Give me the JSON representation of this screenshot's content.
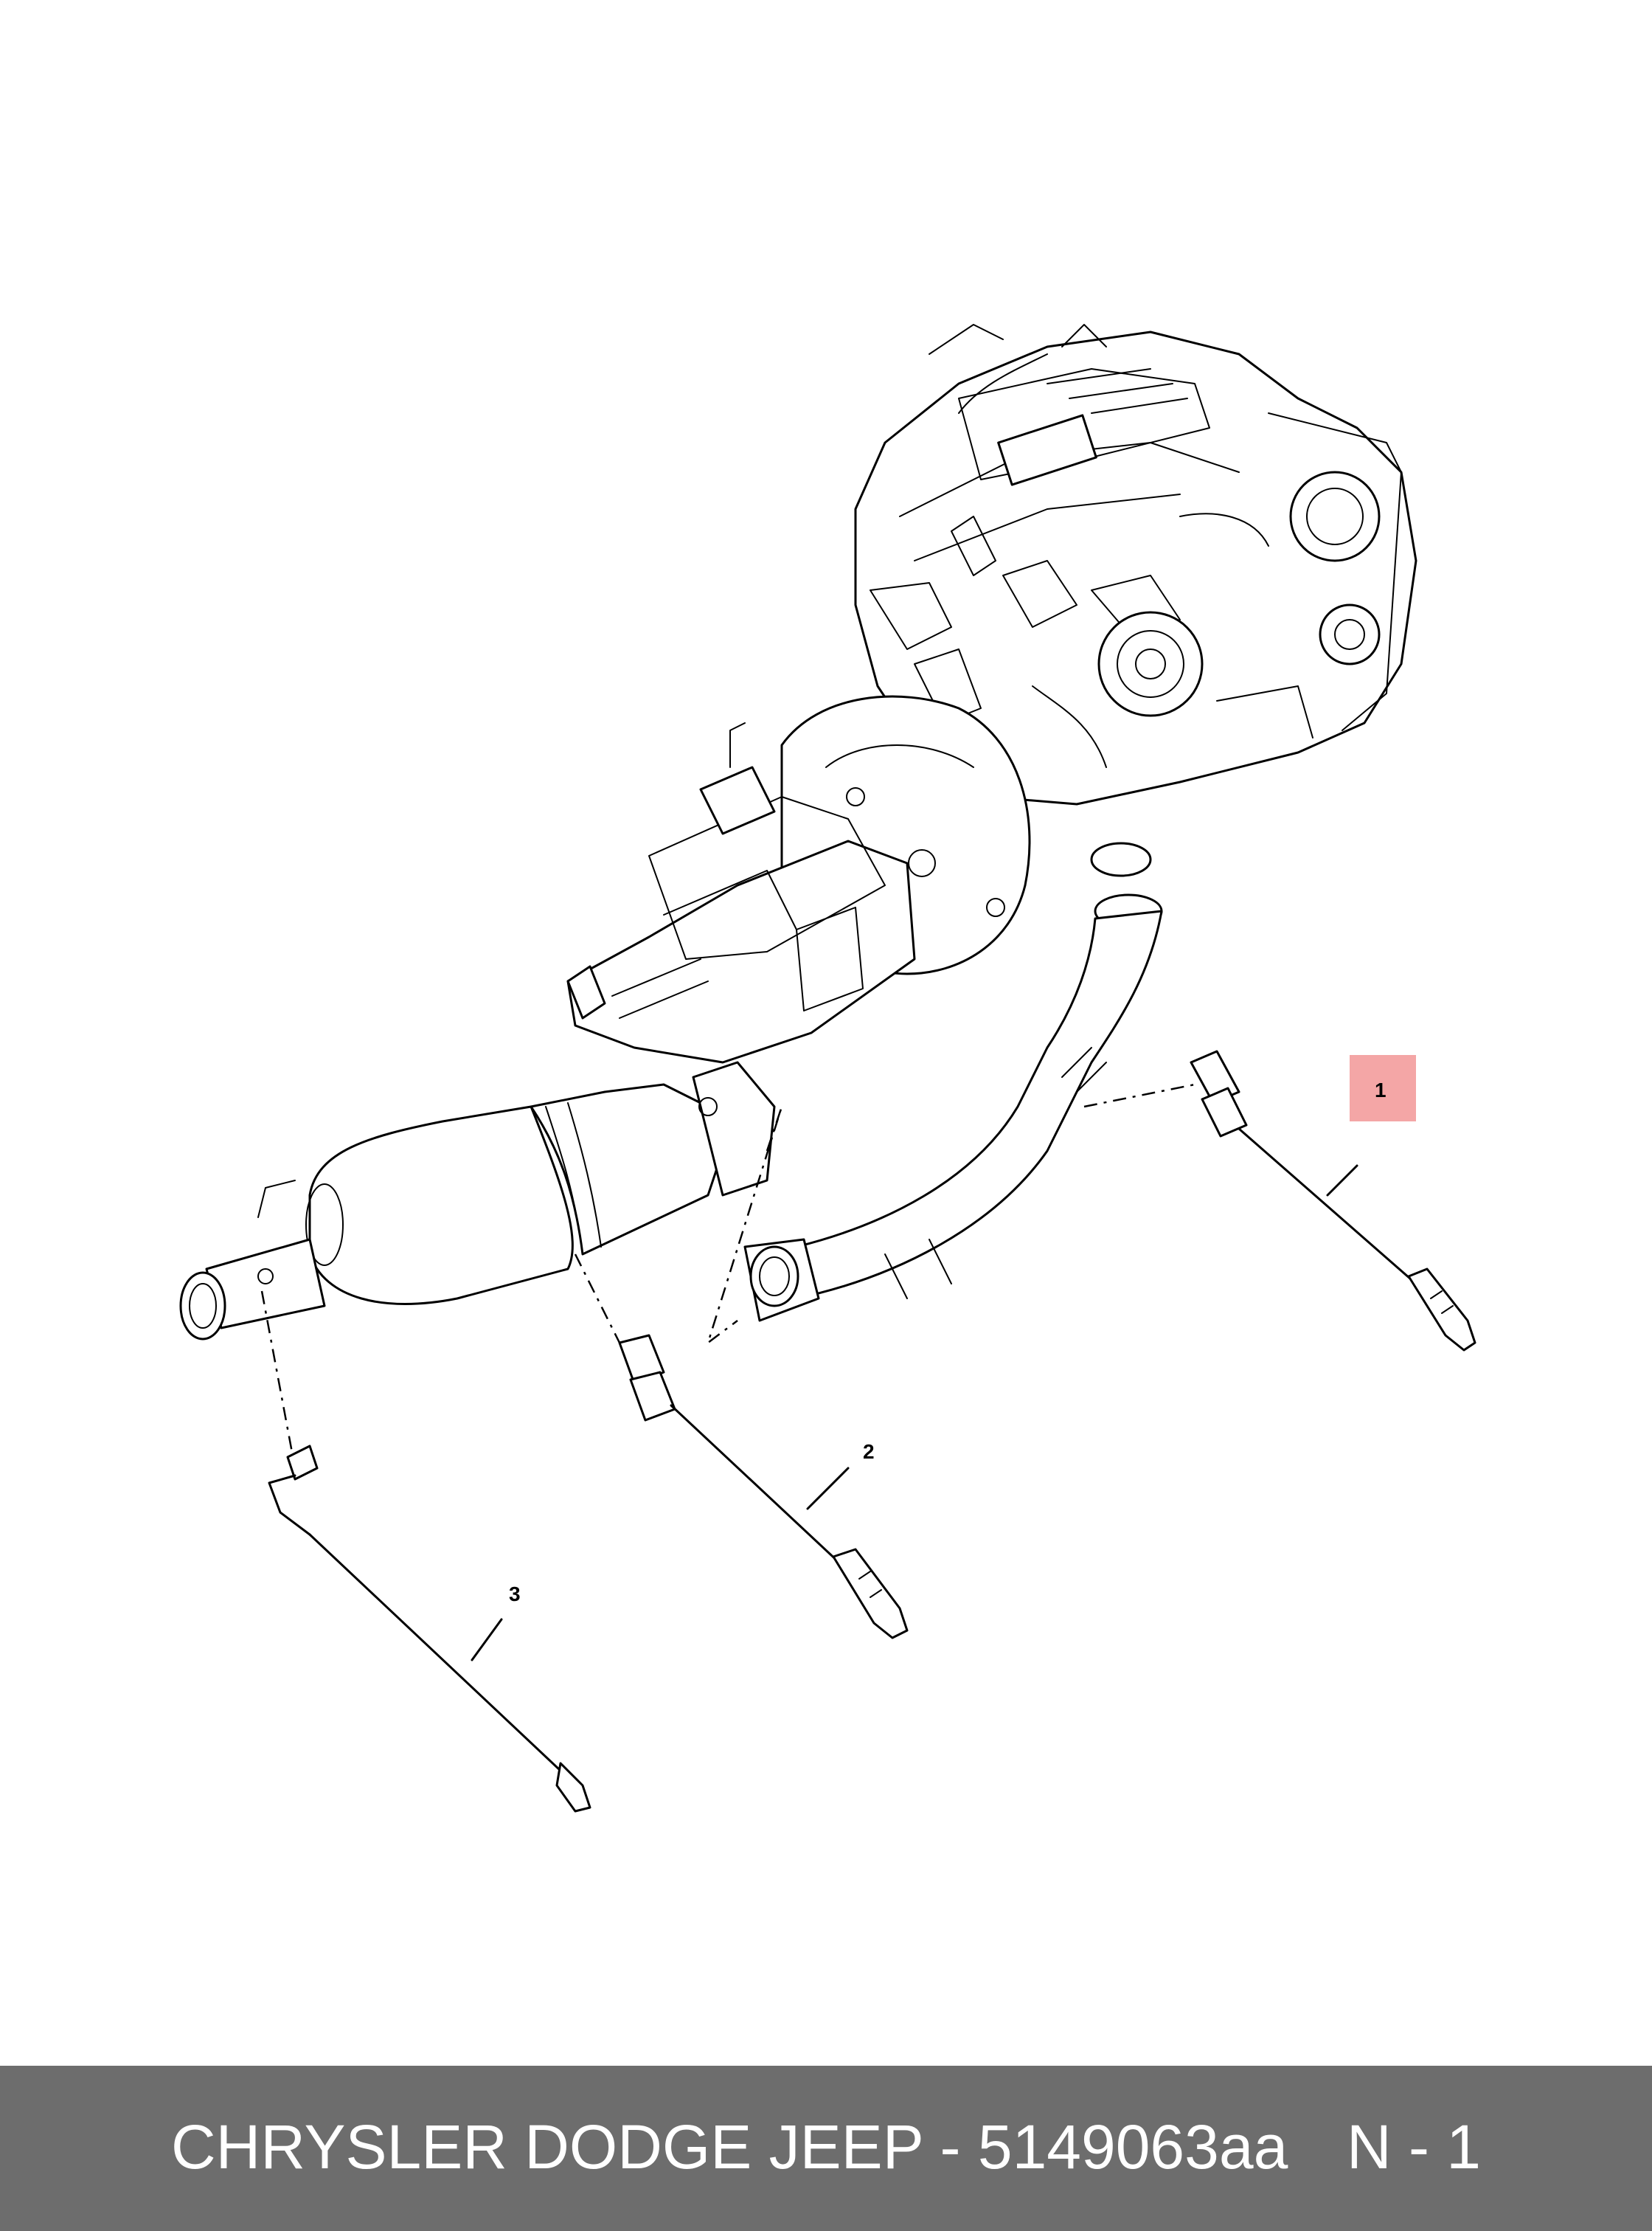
{
  "callouts": [
    {
      "id": "1",
      "label": "1",
      "highlight_color": "#f4a6a6"
    },
    {
      "id": "2",
      "label": "2"
    },
    {
      "id": "3",
      "label": "3"
    }
  ],
  "footer": {
    "title": "CHRYSLER DODGE JEEP - 5149063aa",
    "page": "N - 1",
    "background": "#6d6d6d",
    "text_color": "#ffffff"
  }
}
